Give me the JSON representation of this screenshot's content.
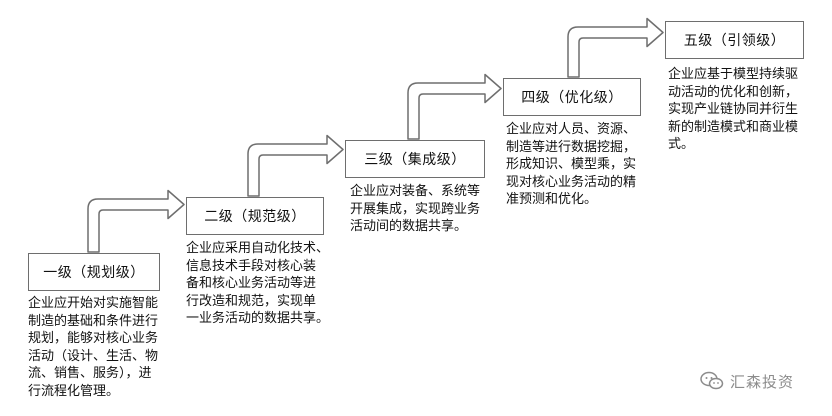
{
  "levels": [
    {
      "label": "一级（规划级）",
      "description": "企业应开始对实施智能\n制造的基础和条件进行\n规划，能够对核心业务\n活动（设计、生活、物\n流、销售、服务），进\n行流程化管理。"
    },
    {
      "label": "二级（规范级）",
      "description": "企业应采用自动化技术、\n信息技术手段对核心装\n备和核心业务活动等进\n行改造和规范，实现单\n一业务活动的数据共享。"
    },
    {
      "label": "三级（集成级）",
      "description": "企业应对装备、系统等\n开展集成，实现跨业务\n活动间的数据共享。"
    },
    {
      "label": "四级（优化级）",
      "description": "企业应对人员、资源、\n制造等进行数据挖掘，\n形成知识、模型乘，实\n现对核心业务活动的精\n准预测和优化。"
    },
    {
      "label": "五级（引领级）",
      "description": "企业应基于模型持续驱\n动活动的优化和创新，\n实现产业链协同并衍生\n新的制造模式和商业模\n式。"
    }
  ],
  "watermark": {
    "text": "汇森投资",
    "icon": "wechat-icon"
  },
  "colors": {
    "box_border": "#6e6e6e",
    "arrow_stroke": "#6e6e6e",
    "arrow_fill": "#ffffff",
    "text": "#111111",
    "watermark": "#8c8c8c"
  }
}
